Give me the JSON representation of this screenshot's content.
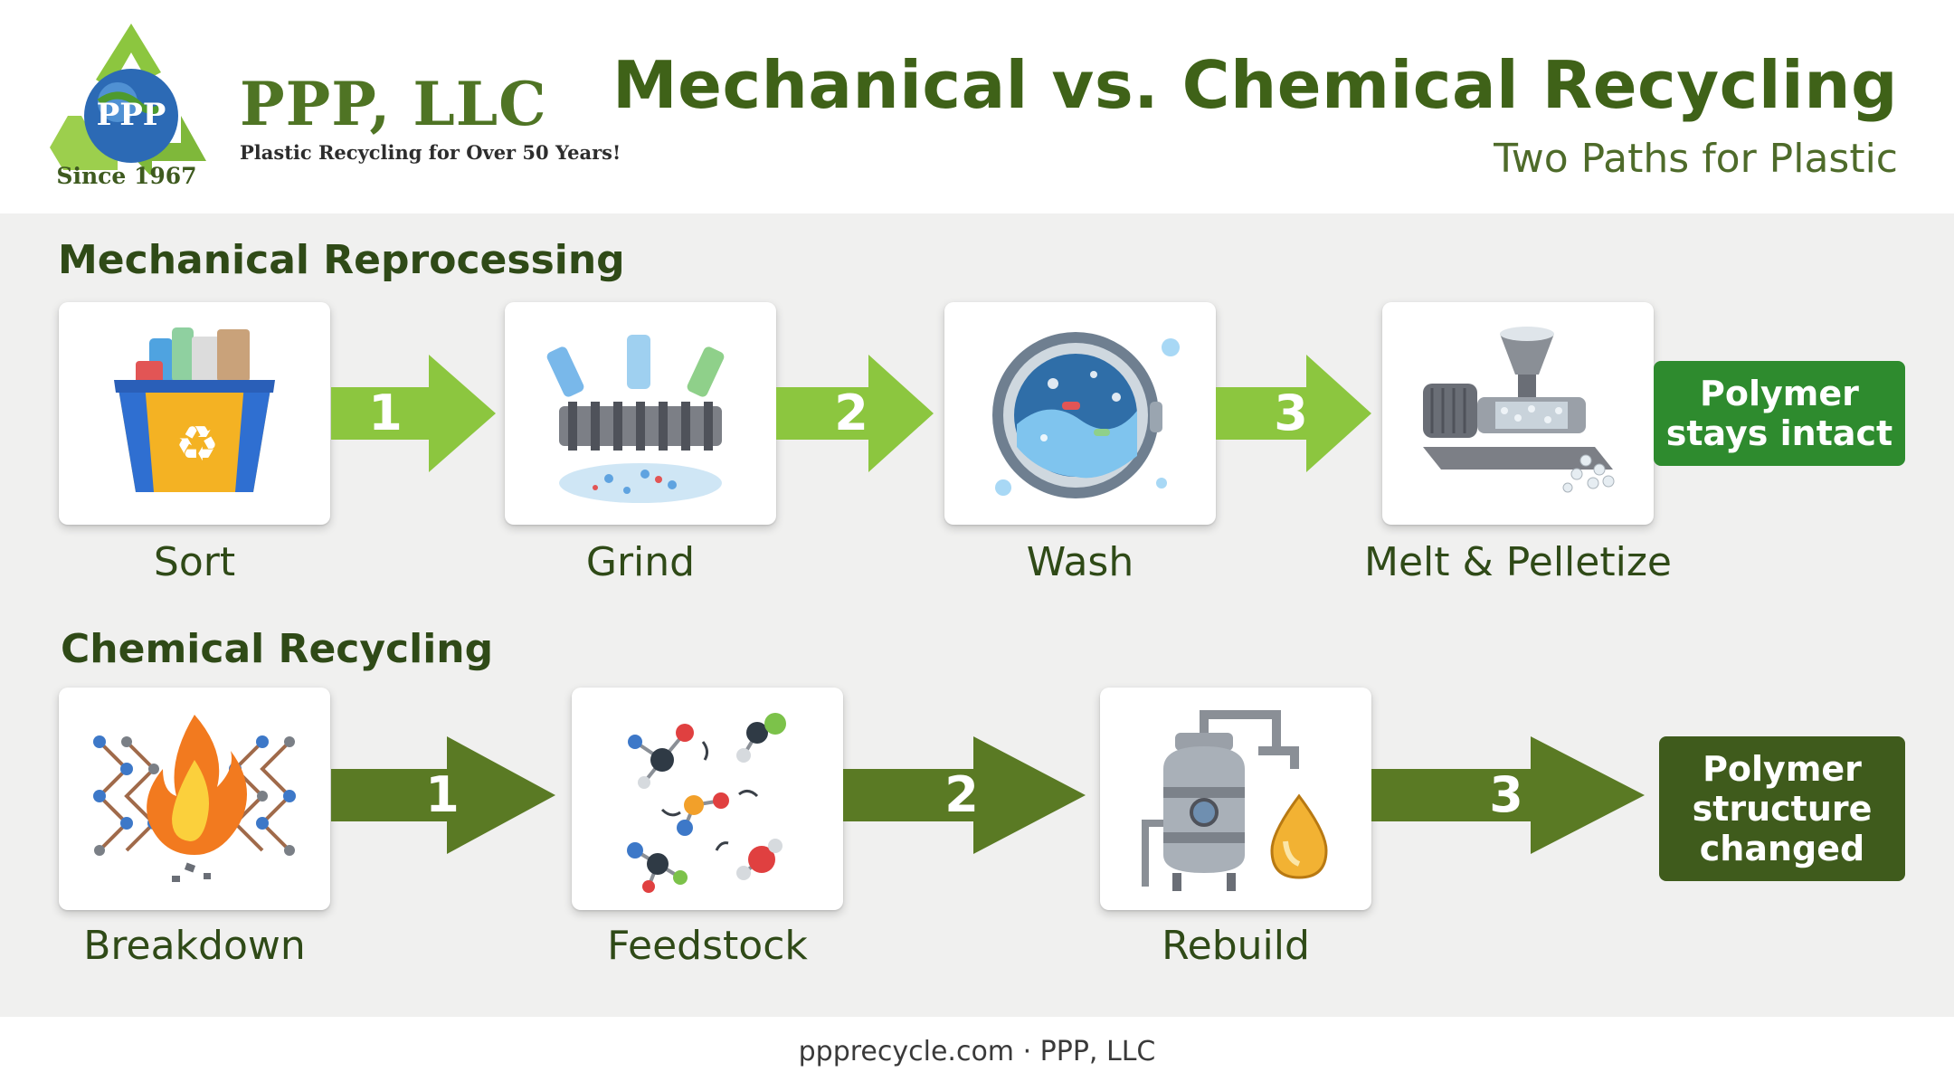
{
  "brand": {
    "logo_text": "PPP",
    "name": "PPP, LLC",
    "tagline": "Plastic Recycling for Over 50 Years!",
    "since": "Since 1967"
  },
  "title": "Mechanical vs. Chemical Recycling",
  "subtitle": "Two Paths for Plastic",
  "mechanical": {
    "heading": "Mechanical Reprocessing",
    "steps": [
      {
        "label": "Sort",
        "icon": "recycling-bin-icon"
      },
      {
        "label": "Grind",
        "icon": "shredder-icon"
      },
      {
        "label": "Wash",
        "icon": "washing-drum-icon"
      },
      {
        "label": "Melt & Pelletize",
        "icon": "extruder-icon"
      }
    ],
    "arrows": [
      "1",
      "2",
      "3"
    ],
    "result": "Polymer\nstays intact"
  },
  "chemical": {
    "heading": "Chemical Recycling",
    "steps": [
      {
        "label": "Breakdown",
        "icon": "polymer-chains-fire-icon"
      },
      {
        "label": "Feedstock",
        "icon": "molecules-icon"
      },
      {
        "label": "Rebuild",
        "icon": "reactor-oil-icon"
      }
    ],
    "arrows": [
      "1",
      "2",
      "3"
    ],
    "result": "Polymer\nstructure\nchanged"
  },
  "colors": {
    "mechanical_arrow": "#8cc63f",
    "chemical_arrow": "#5a7a24",
    "mechanical_result": "#2e8b2e",
    "chemical_result": "#3f5b1c"
  },
  "footer": "ppprecycle.com · PPP, LLC"
}
